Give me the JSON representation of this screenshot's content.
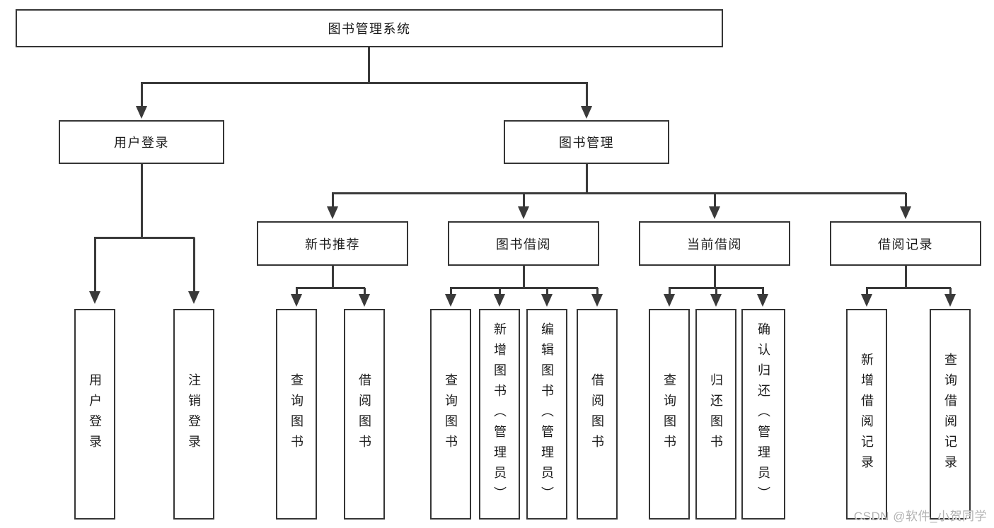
{
  "diagram": {
    "title": "图书管理系统",
    "root": {
      "label": "图书管理系统"
    },
    "level2": [
      {
        "label": "用户登录"
      },
      {
        "label": "图书管理"
      }
    ],
    "level3": [
      {
        "label": "新书推荐",
        "parent": "图书管理"
      },
      {
        "label": "图书借阅",
        "parent": "图书管理"
      },
      {
        "label": "当前借阅",
        "parent": "图书管理"
      },
      {
        "label": "借阅记录",
        "parent": "图书管理"
      }
    ],
    "leaves": [
      {
        "label": "用户登录",
        "parent": "用户登录"
      },
      {
        "label": "注销登录",
        "parent": "用户登录"
      },
      {
        "label": "查询图书",
        "parent": "新书推荐"
      },
      {
        "label": "借阅图书",
        "parent": "新书推荐"
      },
      {
        "label": "查询图书",
        "parent": "图书借阅"
      },
      {
        "label": "新增图书（管理员）",
        "parent": "图书借阅"
      },
      {
        "label": "编辑图书（管理员）",
        "parent": "图书借阅"
      },
      {
        "label": "借阅图书",
        "parent": "图书借阅"
      },
      {
        "label": "查询图书",
        "parent": "当前借阅"
      },
      {
        "label": "归还图书",
        "parent": "当前借阅"
      },
      {
        "label": "确认归还（管理员）",
        "parent": "当前借阅"
      },
      {
        "label": "新增借阅记录",
        "parent": "借阅记录"
      },
      {
        "label": "查询借阅记录",
        "parent": "借阅记录"
      }
    ]
  },
  "watermark": {
    "text": "CSDN @软件_小贺同学"
  },
  "colors": {
    "line": "#3a3a3a",
    "border": "#353535",
    "text": "#1c1c1c",
    "watermark": "#b2b2b2",
    "background": "#ffffff"
  }
}
